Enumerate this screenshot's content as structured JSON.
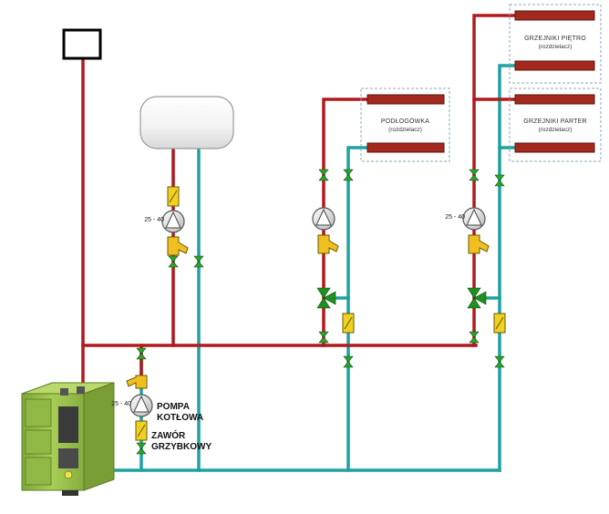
{
  "colors": {
    "supply": "#b0191e",
    "return": "#1fa1a1",
    "radiator": "#a3281e",
    "filter": "#f0d023",
    "valve": "#2aa52a",
    "boiler": "#9bc24a"
  },
  "zones": {
    "floor": {
      "title": "PODŁOGÓWKA",
      "sub": "(rozdzielacz)"
    },
    "upper": {
      "title": "GRZEJNIKI PIĘTRO",
      "sub": "(rozdzielacz)"
    },
    "ground": {
      "title": "GRZEJNIKI PARTER",
      "sub": "(rozdzielacz)"
    }
  },
  "pumps": {
    "buffer": {
      "rating": "25 - 40"
    },
    "radiators": {
      "rating": "25 - 40"
    },
    "boiler": {
      "rating": "25 - 40"
    }
  },
  "labels": {
    "boiler_pump": "POMPA KOTŁOWA",
    "mushroom_valve": "ZAWÓR GRZYBKOWY"
  }
}
